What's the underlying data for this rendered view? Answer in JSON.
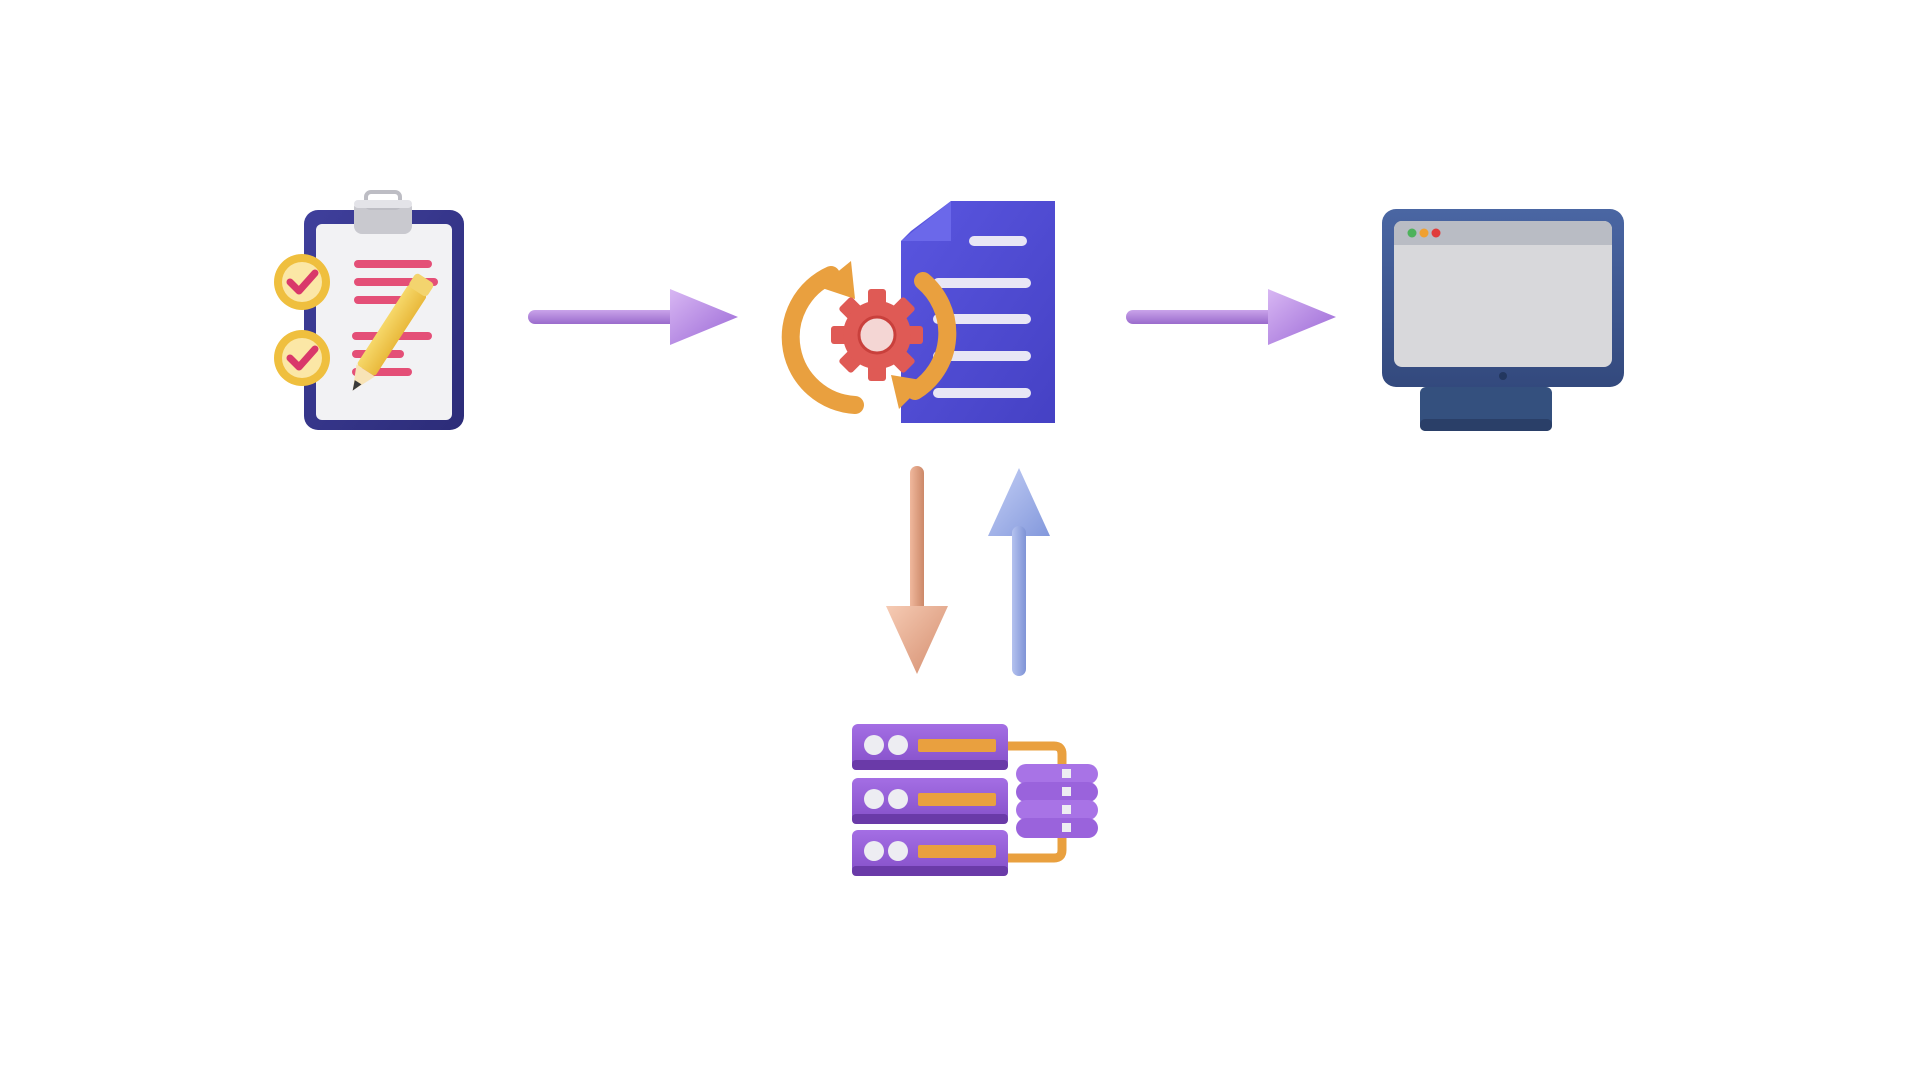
{
  "diagram": {
    "nodes": [
      {
        "id": "checklist",
        "icon": "clipboard-checklist-icon"
      },
      {
        "id": "processing",
        "icon": "document-gear-processing-icon"
      },
      {
        "id": "monitor",
        "icon": "browser-monitor-icon"
      },
      {
        "id": "database",
        "icon": "server-database-icon"
      }
    ],
    "edges": [
      {
        "from": "checklist",
        "to": "processing",
        "direction": "right",
        "color": "#b98be0"
      },
      {
        "from": "processing",
        "to": "monitor",
        "direction": "right",
        "color": "#b98be0"
      },
      {
        "from": "processing",
        "to": "database",
        "direction": "down",
        "color": "#e9a88c"
      },
      {
        "from": "database",
        "to": "processing",
        "direction": "up",
        "color": "#9fb0e6"
      }
    ]
  },
  "colors": {
    "purple_arrow": "#b98be0",
    "peach_arrow": "#e9a88c",
    "blue_arrow": "#9fb0e6",
    "document_blue": "#5552d9",
    "monitor_navy": "#3a5187",
    "server_purple": "#9b62db",
    "accent_orange": "#e9a03f",
    "accent_pink": "#e0426e"
  }
}
